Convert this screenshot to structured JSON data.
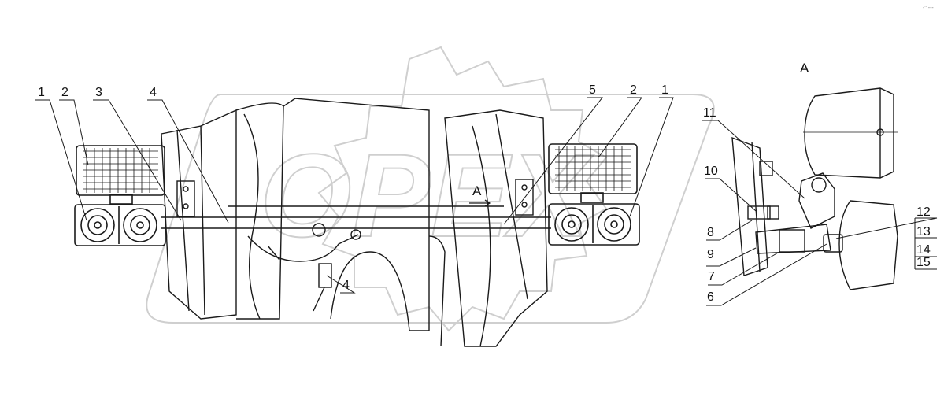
{
  "diagram": {
    "corner_mark": "-\" ---",
    "watermark": "OPEX",
    "view_label": "A",
    "section_marker": "A",
    "callouts_main": [
      "1",
      "2",
      "3",
      "4",
      "5",
      "2",
      "1",
      "4"
    ],
    "callouts_view": [
      "11",
      "10",
      "8",
      "9",
      "7",
      "6",
      "12",
      "13",
      "14",
      "15"
    ]
  },
  "colors": {
    "line": "#1a1a1a",
    "watermark": "#cfcfcf",
    "background": "#ffffff"
  }
}
